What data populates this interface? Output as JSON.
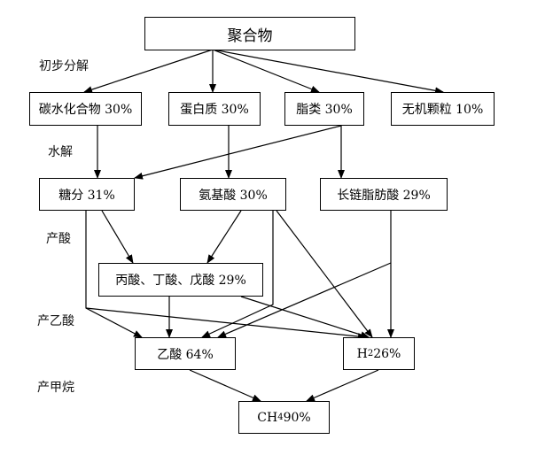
{
  "stages": {
    "initial": "初步分解",
    "hydrolysis": "水解",
    "acidogenesis": "产酸",
    "acetogenesis": "产乙酸",
    "methanogenesis": "产甲烷"
  },
  "nodes": {
    "polymer": "聚合物",
    "carbohydrate": "碳水化合物 30%",
    "protein": "蛋白质 30%",
    "lipid": "脂类 30%",
    "inorganic": "无机颗粒 10%",
    "sugar": "糖分 31%",
    "amino_acid": "氨基酸 30%",
    "fatty_acid": "长链脂肪酸 29%",
    "vfa": "丙酸、丁酸、戊酸 29%",
    "acetic": "乙酸 64%",
    "h2": {
      "prefix": "H",
      "sub": "2",
      "suffix": "26%"
    },
    "ch4": {
      "prefix": "CH",
      "sub": "4",
      "suffix": "90%"
    }
  }
}
